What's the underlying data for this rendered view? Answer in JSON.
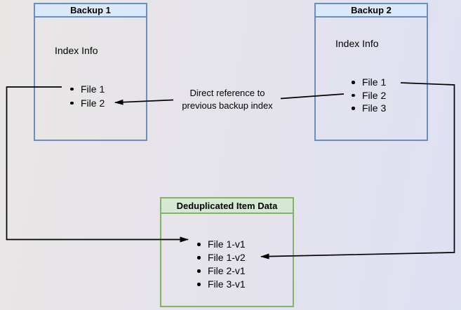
{
  "canvas": {
    "background_start_color": "#e9e6e5",
    "background_end_color": "#dee0f3",
    "line_color": "#000000"
  },
  "nodes": {
    "backup1": {
      "title": "Backup 1",
      "subtitle": "Index Info",
      "items": [
        "File 1",
        "File 2"
      ],
      "header_fill": "#dae8fc",
      "border_color": "#6c8ebf"
    },
    "backup2": {
      "title": "Backup 2",
      "subtitle": "Index Info",
      "items": [
        "File 1",
        "File 2",
        "File 3"
      ],
      "header_fill": "#dae8fc",
      "border_color": "#6c8ebf"
    },
    "dedup": {
      "title": "Deduplicated Item Data",
      "items": [
        "File 1-v1",
        "File 1-v2",
        "File 2-v1",
        "File 3-v1"
      ],
      "header_fill": "#d5e8d4",
      "border_color": "#82b366"
    }
  },
  "edges": {
    "label": {
      "line1": "Direct reference to",
      "line2": "previous backup index"
    }
  }
}
